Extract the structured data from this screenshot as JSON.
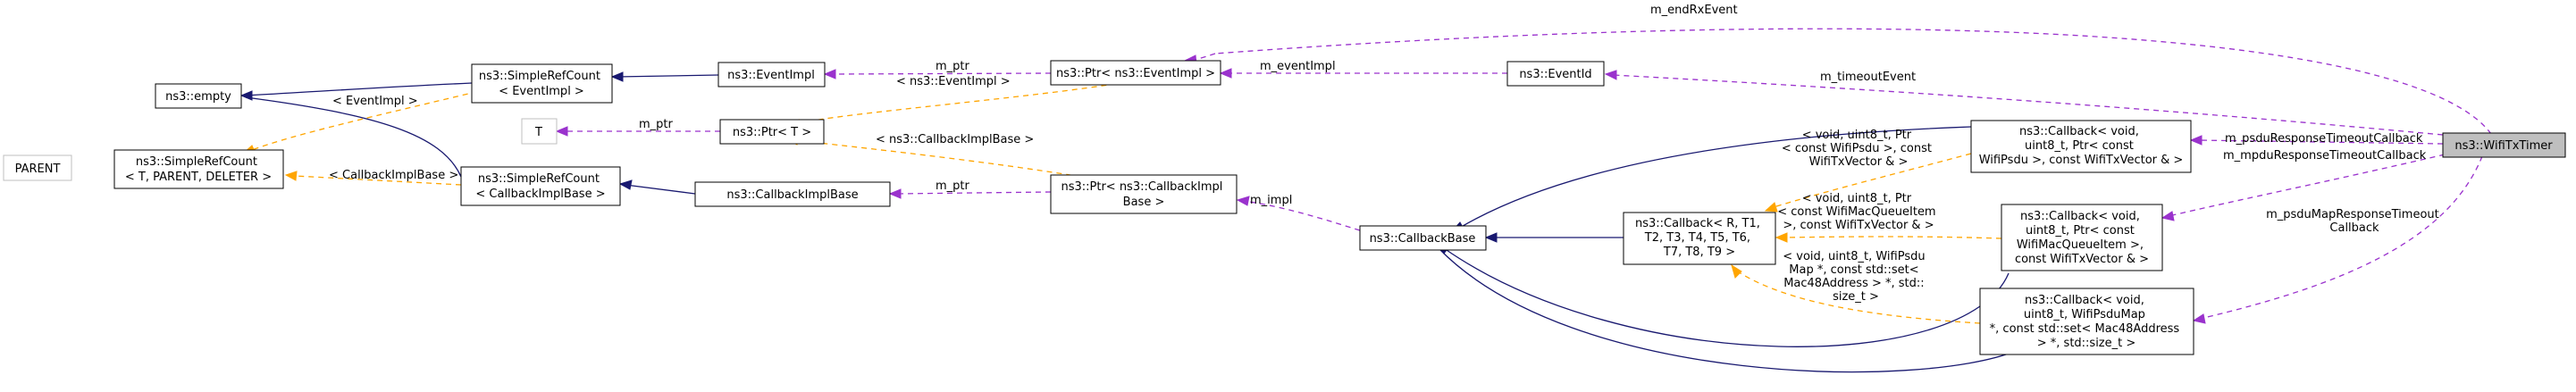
{
  "nodes": {
    "parent": "PARENT",
    "empty": "ns3::empty",
    "simple_ref_count_generic": [
      "ns3::SimpleRefCount",
      "< T, PARENT, DELETER >"
    ],
    "simple_ref_count_event": [
      "ns3::SimpleRefCount",
      "< EventImpl >"
    ],
    "event_impl": "ns3::EventImpl",
    "t": "T",
    "ptr_t": "ns3::Ptr< T >",
    "simple_ref_count_cb": [
      "ns3::SimpleRefCount",
      "< CallbackImplBase >"
    ],
    "callback_impl_base": "ns3::CallbackImplBase",
    "ptr_event_impl": "ns3::Ptr< ns3::EventImpl >",
    "ptr_callback_impl": [
      "ns3::Ptr< ns3::CallbackImpl",
      "Base >"
    ],
    "callback_base": "ns3::CallbackBase",
    "event_id": "ns3::EventId",
    "callback_generic": [
      "ns3::Callback< R, T1,",
      "T2, T3, T4, T5, T6,",
      "T7, T8, T9 >"
    ],
    "callback_psdu": [
      "ns3::Callback< void,",
      "uint8_t, Ptr< const",
      "WifiPsdu >, const WifiTxVector & >"
    ],
    "callback_mpdu": [
      "ns3::Callback< void,",
      "uint8_t, Ptr< const",
      "WifiMacQueueItem >,",
      "const WifiTxVector & >"
    ],
    "callback_psdumap": [
      "ns3::Callback< void,",
      "uint8_t, WifiPsduMap",
      "*, const std::set< Mac48Address",
      "> *, std::size_t >"
    ],
    "wifi_tx_timer": "ns3::WifiTxTimer"
  },
  "edge_labels": {
    "m_endRxEvent": "m_endRxEvent",
    "m_timeoutEvent": "m_timeoutEvent",
    "m_eventImpl": "m_eventImpl",
    "m_ptr_event": "m_ptr",
    "tpl_event_impl_1": "< EventImpl >",
    "tpl_event_impl_2": "< ns3::EventImpl >",
    "m_ptr_t": "m_ptr",
    "tpl_cb_impl_base_1": "< ns3::CallbackImplBase >",
    "tpl_cb_impl_base_2": "< CallbackImplBase >",
    "m_ptr_cb": "m_ptr",
    "m_impl": "m_impl",
    "m_psduResponseTimeoutCallback": "m_psduResponseTimeoutCallback",
    "m_mpduResponseTimeoutCallback": "m_mpduResponseTimeoutCallback",
    "m_psduMapResponseTimeoutCallback": [
      "m_psduMapResponseTimeout",
      "Callback"
    ],
    "tpl_psdu": [
      "< void, uint8_t, Ptr",
      "< const WifiPsdu >, const",
      "WifiTxVector & >"
    ],
    "tpl_mpdu": [
      "< void, uint8_t, Ptr",
      "< const WifiMacQueueItem",
      ">, const WifiTxVector & >"
    ],
    "tpl_psdumap": [
      "< void, uint8_t, WifiPsdu",
      "Map *, const std::set<",
      "Mac48Address > *, std::",
      "size_t >"
    ]
  },
  "colors": {
    "inheritance": "#191970",
    "member": "#9a32cd",
    "template": "#ffa500",
    "highlight_fill": "#bfbfbf"
  }
}
